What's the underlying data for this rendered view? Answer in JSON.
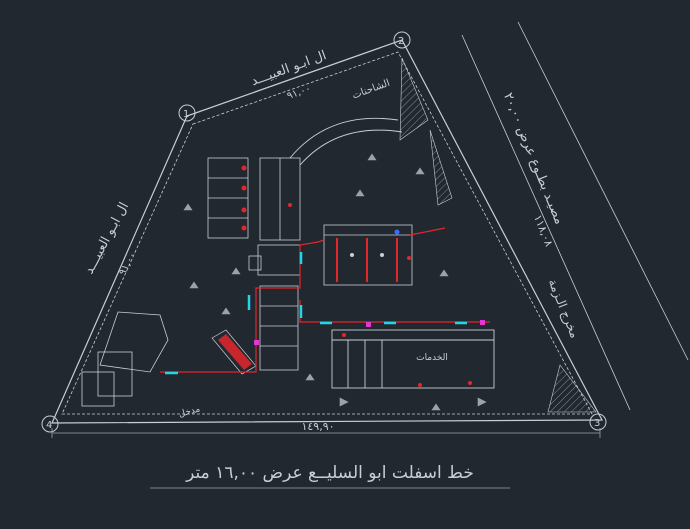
{
  "colors": {
    "background": "#212830",
    "line": "#c9ced6",
    "dim": "#9aa3ad",
    "red": "#e3262b",
    "cyan": "#27d3e6",
    "magenta": "#e236d6",
    "blue": "#3b6cff"
  },
  "corners": {
    "c1": "1",
    "c2": "2",
    "c3": "3",
    "c4": "4"
  },
  "labels": {
    "street_top": "ال ابـو العبيـــد",
    "street_left": "ال ابـو العبيـــد",
    "top_dim": "٩١,٠٠",
    "left_dim": "٩١,٠٠",
    "bottom_dim": "١٤٩,٩٠",
    "right_dim": "١١٨,٠٨",
    "right_street_1": "مصيـد بطـوع عرض ٢٠,٠٠",
    "right_street_2": "مخرج الـزمة",
    "kiosk": "الشاحنات",
    "building_label": "الخدمات",
    "bottom_left_label": "مدخل",
    "bottom_road": "خط اسفلت ابو السليــع عرض ١٦,٠٠ متر"
  }
}
